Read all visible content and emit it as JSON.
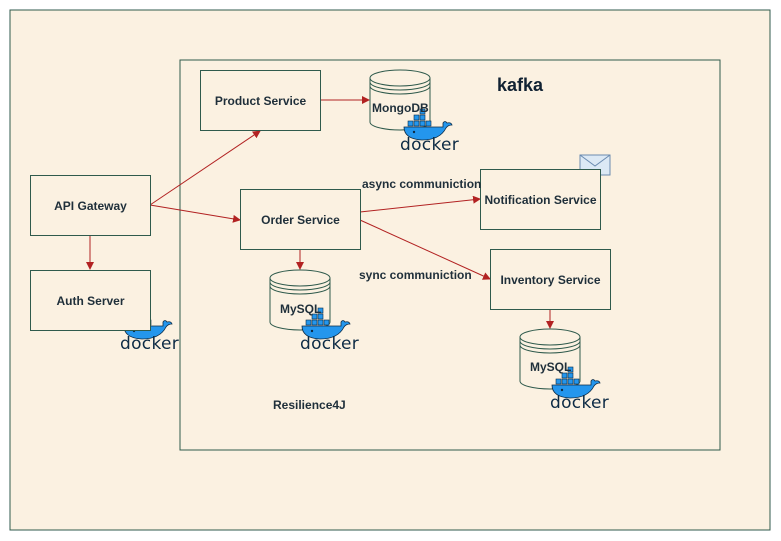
{
  "diagram": {
    "title": "kafka",
    "footer_label": "Resilience4J",
    "nodes": {
      "api_gateway": "API Gateway",
      "auth_server": "Auth Server",
      "product_service": "Product Service",
      "order_service": "Order Service",
      "notification_service": "Notification Service",
      "inventory_service": "Inventory Service"
    },
    "databases": {
      "product_db": "MongoDB",
      "order_db": "MySQL",
      "inventory_db": "MySQL"
    },
    "edge_labels": {
      "async": "async communiction",
      "sync": "sync communiction"
    },
    "docker_label": "docker",
    "colors": {
      "background": "#fbf1e1",
      "border": "#2f5a4c",
      "arrow": "#b22222",
      "docker_blue": "#2496ed",
      "text": "#1f2f3a"
    }
  }
}
